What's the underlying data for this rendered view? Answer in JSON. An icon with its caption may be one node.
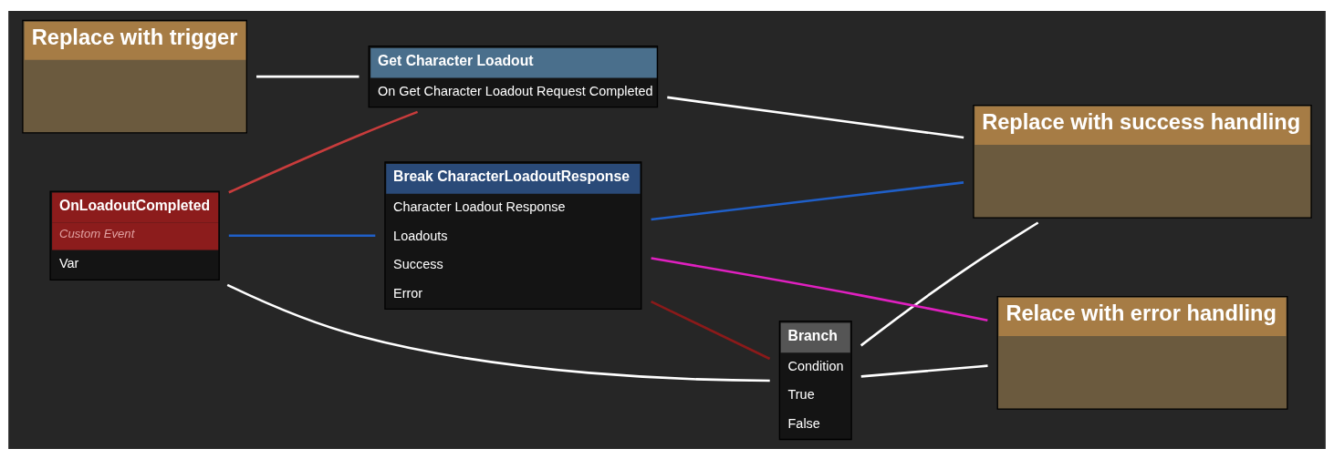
{
  "diagram": {
    "nodes": [
      {
        "text": [
          "Replace with trigger"
        ]
      },
      {
        "text": [
          "Get Character Loadout",
          "On Get Character Loadout Request Completed"
        ]
      },
      {
        "text": [
          "Replace with success handling"
        ]
      },
      {
        "text": [
          "OnLoadoutCompleted",
          "Custom Event",
          "Var"
        ]
      },
      {
        "text": [
          "Branch",
          "Condition",
          "True",
          "False"
        ]
      },
      {
        "text": [
          "Relace with error handling"
        ]
      },
      {
        "text": [
          "Break CharacterLoadoutResponse",
          "Character Loadout Response",
          "Loadouts",
          "Success",
          "Error"
        ]
      }
    ],
    "edges": [
      {
        "from": 0,
        "to": 1,
        "arrow": "none"
      },
      {
        "from": 3,
        "to": 1,
        "arrow": "none",
        "color": "#c83c3c"
      },
      {
        "from": 1,
        "to": 2,
        "arrow": "none"
      },
      {
        "from": 3,
        "to": 4,
        "arrow": "none"
      },
      {
        "from": 3,
        "to": 6,
        "arrow": "none",
        "color": "#1f5fc8"
      },
      {
        "from": 4,
        "to": 2,
        "arrow": "none"
      },
      {
        "from": 6,
        "to": 2,
        "arrow": "none",
        "color": "#1f5fc8"
      },
      {
        "from": 6,
        "to": 4,
        "arrow": "none",
        "color": "#8b1a1a"
      },
      {
        "from": 4,
        "to": 5,
        "arrow": "none"
      },
      {
        "from": 6,
        "to": 5,
        "arrow": "none",
        "color": "#e020c0"
      }
    ]
  }
}
